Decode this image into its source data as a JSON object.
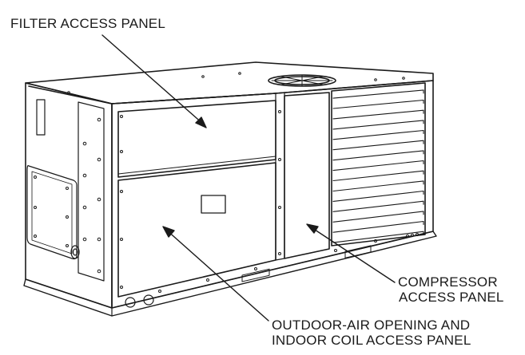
{
  "labels": {
    "filter": "FILTER ACCESS PANEL",
    "compressor_line1": "COMPRESSOR",
    "compressor_line2": "ACCESS PANEL",
    "outdoor_line1": "OUTDOOR-AIR OPENING AND",
    "outdoor_line2": "INDOOR COIL ACCESS PANEL"
  },
  "colors": {
    "line": "#1a1a1a",
    "background": "#ffffff"
  }
}
